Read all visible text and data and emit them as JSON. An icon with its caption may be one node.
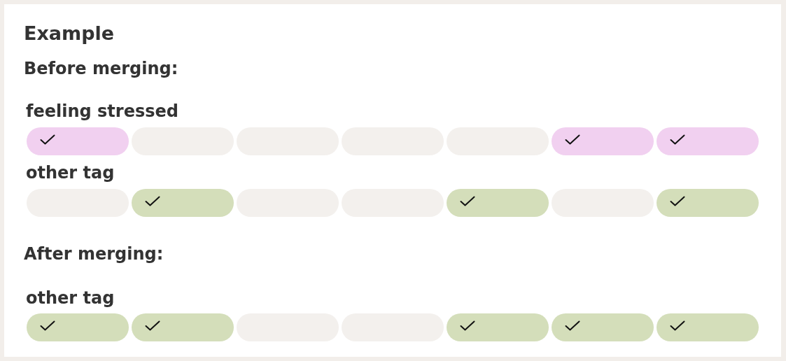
{
  "diagram": {
    "title": "Example",
    "nodes": [
      {
        "text": [],
        "shape": "pill"
      },
      {
        "text": [],
        "shape": "pill"
      },
      {
        "text": [],
        "shape": "pill"
      },
      {
        "text": [],
        "shape": "pill"
      },
      {
        "text": [],
        "shape": "pill"
      },
      {
        "text": [],
        "shape": "pill"
      },
      {
        "text": [],
        "shape": "pill"
      },
      {
        "text": [],
        "shape": "pill"
      },
      {
        "text": [],
        "shape": "pill"
      },
      {
        "text": [],
        "shape": "pill"
      },
      {
        "text": [],
        "shape": "pill"
      },
      {
        "text": [],
        "shape": "pill"
      },
      {
        "text": [],
        "shape": "pill"
      },
      {
        "text": [],
        "shape": "pill"
      },
      {
        "text": [],
        "shape": "pill"
      },
      {
        "text": [],
        "shape": "pill"
      },
      {
        "text": [],
        "shape": "pill"
      },
      {
        "text": [],
        "shape": "pill"
      },
      {
        "text": [],
        "shape": "pill"
      },
      {
        "text": [],
        "shape": "pill"
      },
      {
        "text": [],
        "shape": "pill"
      }
    ],
    "labels": [
      "Before merging:",
      "feeling stressed",
      "other tag",
      "After merging:",
      "other tag"
    ]
  }
}
